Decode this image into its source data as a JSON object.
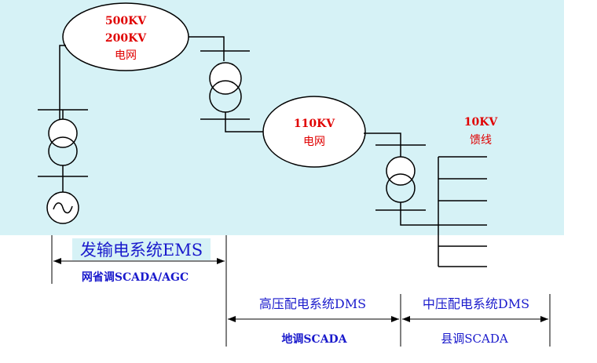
{
  "colors": {
    "background_panel": "#d6f2f6",
    "line": "#000000",
    "grid_label": "#e00000",
    "system_label": "#1a1acc"
  },
  "grids": {
    "g500": {
      "line1": "500KV",
      "line2": "200KV",
      "line3": "电网"
    },
    "g110": {
      "line1": "110KV",
      "line2": "电网"
    },
    "feeder": {
      "line1": "10KV",
      "line2": "馈线"
    }
  },
  "systems": {
    "ems": {
      "title": "发输电系统EMS",
      "sub": "网省调SCADA/AGC"
    },
    "hv_dms": {
      "title": "高压配电系统DMS",
      "sub": "地调SCADA"
    },
    "mv_dms": {
      "title": "中压配电系统DMS",
      "sub": "县调SCADA"
    }
  }
}
